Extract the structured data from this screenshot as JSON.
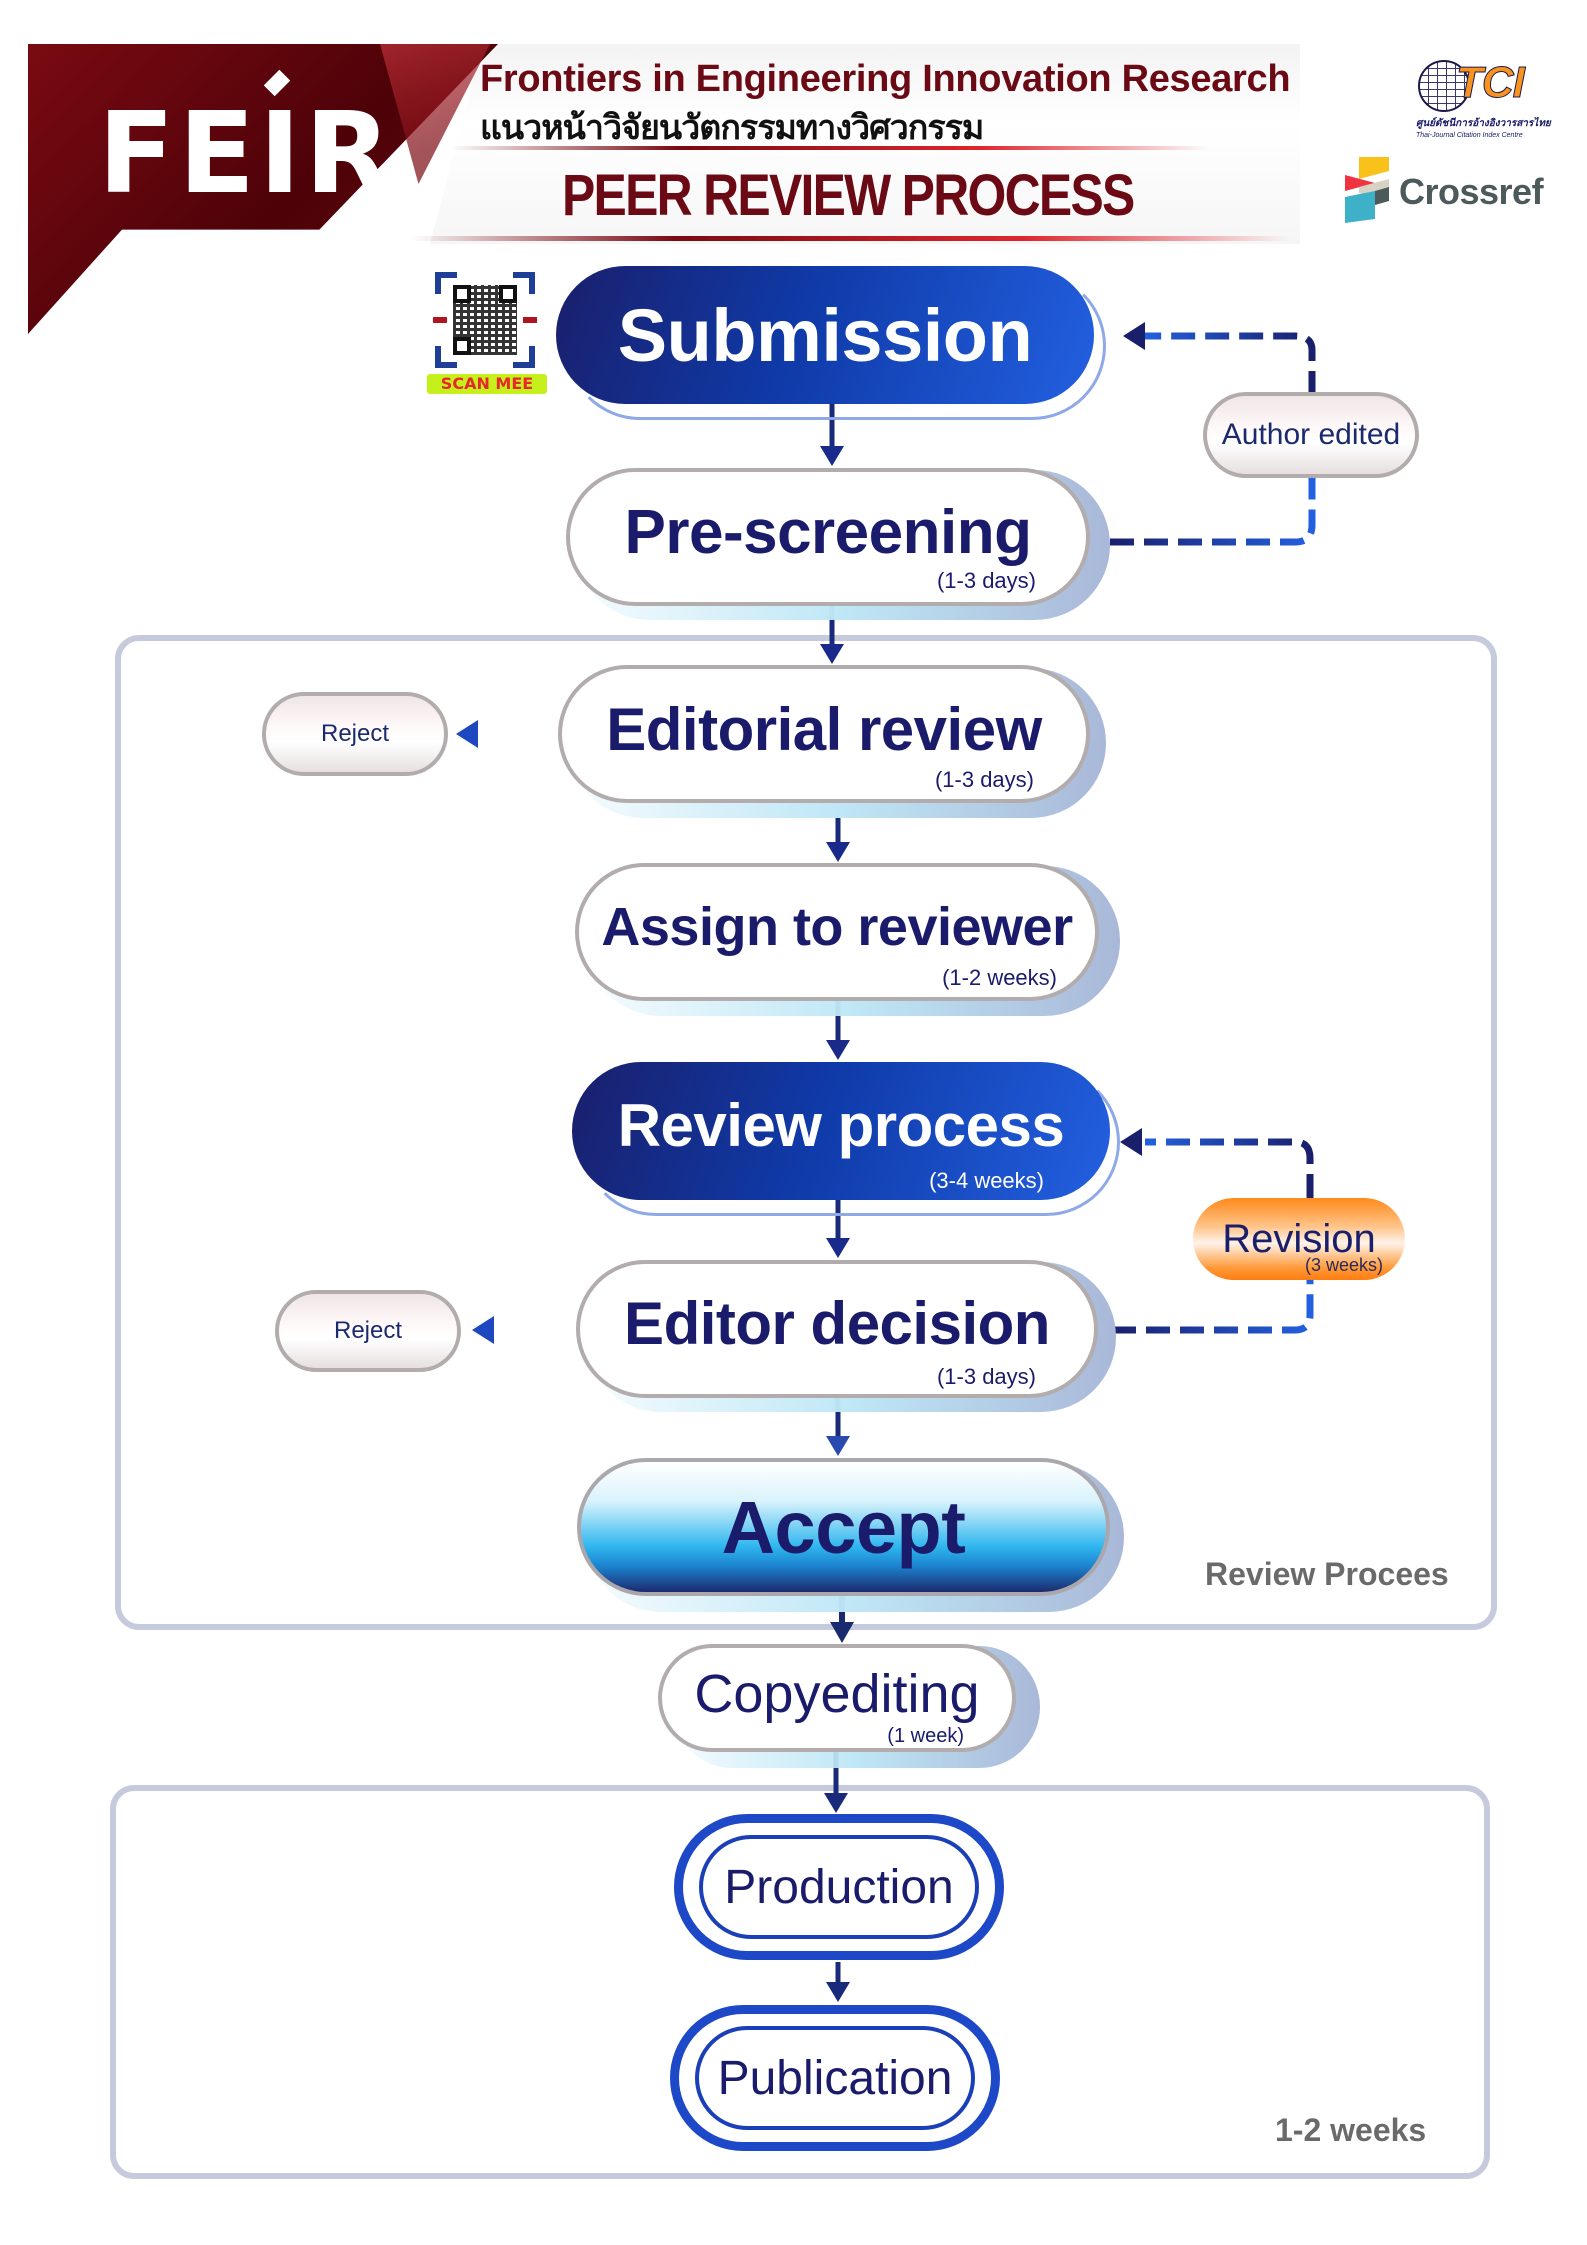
{
  "header": {
    "logo_text": "FEIR",
    "journal_name_en": "Frontiers in Engineering Innovation Research",
    "journal_name_th": "แนวหน้าวิจัยนวัตกรรมทางวิศวกรรม",
    "page_title": "PEER REVIEW PROCESS",
    "partners": {
      "tci": {
        "label": "TCI",
        "subtitle_th": "ศูนย์ดัชนีการอ้างอิงวารสารไทย",
        "subtitle_en": "Thai-Journal Citation Index Centre"
      },
      "crossref": {
        "label": "Crossref"
      }
    },
    "qr": {
      "label": "SCAN MEE",
      "icon": "qr-code-icon"
    }
  },
  "colors": {
    "brand_red": "#6b0a14",
    "navy": "#1a1b6b",
    "blue": "#2360e0",
    "revision_orange": "#ff8a1a",
    "group_border": "#c5cbdc",
    "group_label": "#6a6a6a"
  },
  "flow": {
    "submission": {
      "title": "Submission"
    },
    "prescreening": {
      "title": "Pre-screening",
      "duration": "(1-3 days)"
    },
    "editorial_review": {
      "title": "Editorial review",
      "duration": "(1-3 days)"
    },
    "assign_reviewer": {
      "title": "Assign to reviewer",
      "duration": "(1-2 weeks)"
    },
    "review_process": {
      "title": "Review process",
      "duration": "(3-4 weeks)"
    },
    "editor_decision": {
      "title": "Editor decision",
      "duration": "(1-3 days)"
    },
    "accept": {
      "title": "Accept"
    },
    "copyediting": {
      "title": "Copyediting",
      "duration": "(1 week)"
    },
    "production": {
      "title": "Production"
    },
    "publication": {
      "title": "Publication"
    }
  },
  "side_nodes": {
    "author_edited": {
      "label": "Author edited"
    },
    "reject_editorial": {
      "label": "Reject"
    },
    "reject_decision": {
      "label": "Reject"
    },
    "revision": {
      "label": "Revision",
      "duration": "(3 weeks)"
    }
  },
  "groups": {
    "review": {
      "label": "Review Procees"
    },
    "publishing": {
      "label": "1-2 weeks"
    }
  }
}
